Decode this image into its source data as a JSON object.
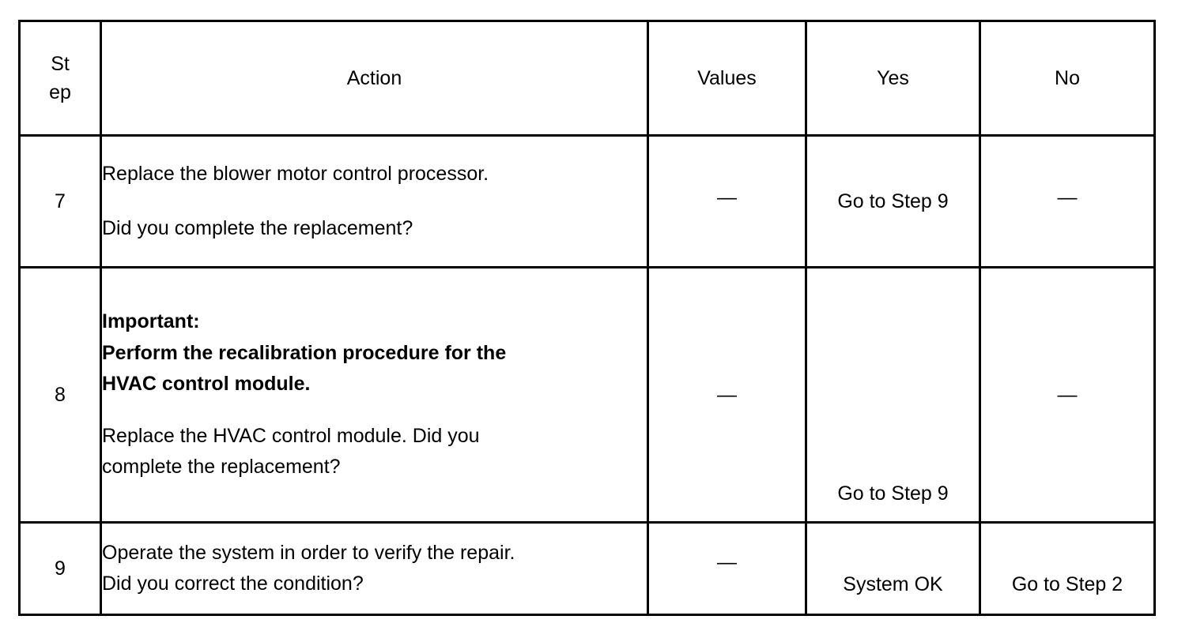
{
  "table": {
    "columns": [
      {
        "key": "step",
        "label": "Step",
        "label_line1": "St",
        "label_line2": "ep"
      },
      {
        "key": "action",
        "label": "Action"
      },
      {
        "key": "values",
        "label": "Values"
      },
      {
        "key": "yes",
        "label": "Yes"
      },
      {
        "key": "no",
        "label": "No"
      }
    ],
    "rows": [
      {
        "step": "7",
        "action_lines": [
          "Replace the blower motor control processor.",
          "Did you complete the replacement?"
        ],
        "action_bold_lines": [],
        "values": "—",
        "yes": "Go to Step 9",
        "no": "—"
      },
      {
        "step": "8",
        "action_bold_lines": [
          "Important:",
          "Perform the recalibration procedure for the",
          "HVAC control module."
        ],
        "action_lines": [
          " Replace the HVAC control module. Did you",
          "complete the replacement?"
        ],
        "values": "—",
        "yes": "Go to Step 9",
        "no": "—"
      },
      {
        "step": "9",
        "action_lines": [
          "Operate the system in order to verify the repair.",
          "Did you correct the condition?"
        ],
        "action_bold_lines": [],
        "values": "—",
        "yes": "System OK",
        "no": "Go to Step 2"
      }
    ]
  },
  "style": {
    "border_color": "#000000",
    "text_color": "#000000",
    "background": "#ffffff"
  }
}
